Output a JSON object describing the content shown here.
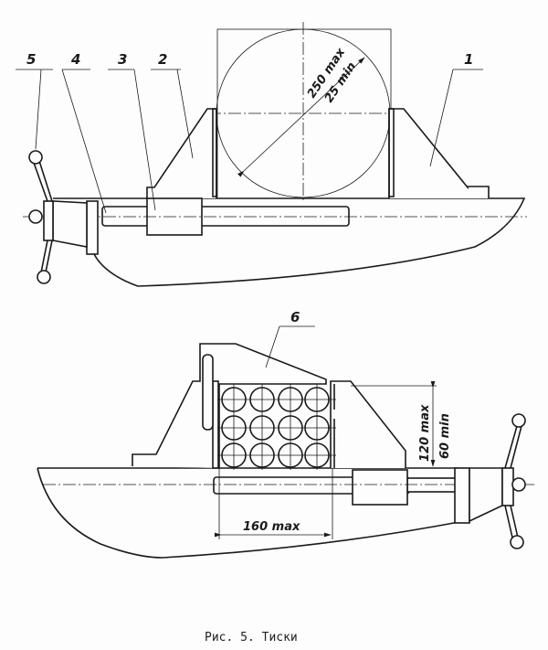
{
  "figure": {
    "caption": "Рис. 5. Тиски",
    "part_labels": {
      "p1": "1",
      "p2": "2",
      "p3": "3",
      "p4": "4",
      "p5": "5",
      "p6": "6"
    },
    "dimensions": {
      "diameter_max": "250 max",
      "diameter_min": "25 min",
      "height_max": "120 max",
      "height_min": "60 min",
      "width_max": "160 max"
    }
  }
}
